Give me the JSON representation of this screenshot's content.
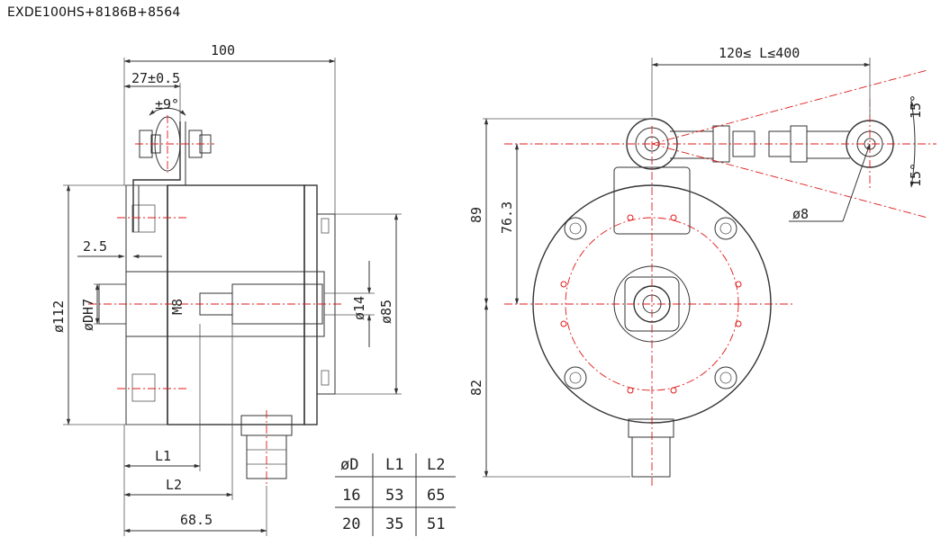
{
  "title": "EXDE100HS+8186B+8564",
  "dimensions": {
    "d100": "100",
    "d27": "27±0.5",
    "d9deg": "±9°",
    "d2_5": "2.5",
    "d112": "ø112",
    "dDH7": "øDH7",
    "dM8": "M8",
    "d14": "ø14",
    "d85": "ø85",
    "dL1": "L1",
    "dL2": "L2",
    "d68_5": "68.5",
    "dRange": "120≤ L≤400",
    "d89": "89",
    "d76_3": "76.3",
    "d82": "82",
    "d15a": "15°",
    "d15b": "15°",
    "d8": "ø8"
  },
  "table": {
    "headers": [
      "øD",
      "L1",
      "L2"
    ],
    "rows": [
      [
        "16",
        "53",
        "65"
      ],
      [
        "20",
        "35",
        "51"
      ]
    ]
  },
  "colors": {
    "line": "#333333",
    "centerline": "#e01818"
  }
}
